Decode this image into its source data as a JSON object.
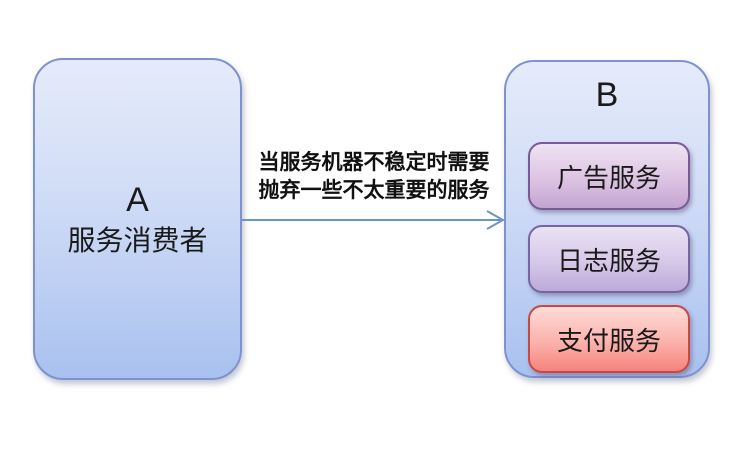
{
  "diagram": {
    "consumer": {
      "id": "A",
      "label": "服务消费者"
    },
    "provider": {
      "id": "B",
      "services": [
        {
          "label": "广告服务",
          "type": "normal"
        },
        {
          "label": "日志服务",
          "type": "normal"
        },
        {
          "label": "支付服务",
          "type": "critical"
        }
      ]
    },
    "edge": {
      "caption_line1": "当服务机器不稳定时需要",
      "caption_line2": "抛弃一些不太重要的服务"
    }
  },
  "colors": {
    "node_fill_top": "#e5ebfa",
    "node_fill_bottom": "#a9c1ef",
    "node_border": "#7d92cf",
    "service_purple_fill_top": "#efe2f1",
    "service_purple_fill_bottom": "#c3a4d1",
    "service_purple_border": "#7a5a94",
    "service_lavender_fill_top": "#eae2f4",
    "service_lavender_fill_bottom": "#bda9da",
    "service_lavender_border": "#7466a0",
    "service_pink_fill_top": "#ffdcd8",
    "service_pink_fill_bottom": "#f5847c",
    "service_pink_border": "#c64a44",
    "arrow": "#6b95c4",
    "text": "#1a1a1a"
  }
}
